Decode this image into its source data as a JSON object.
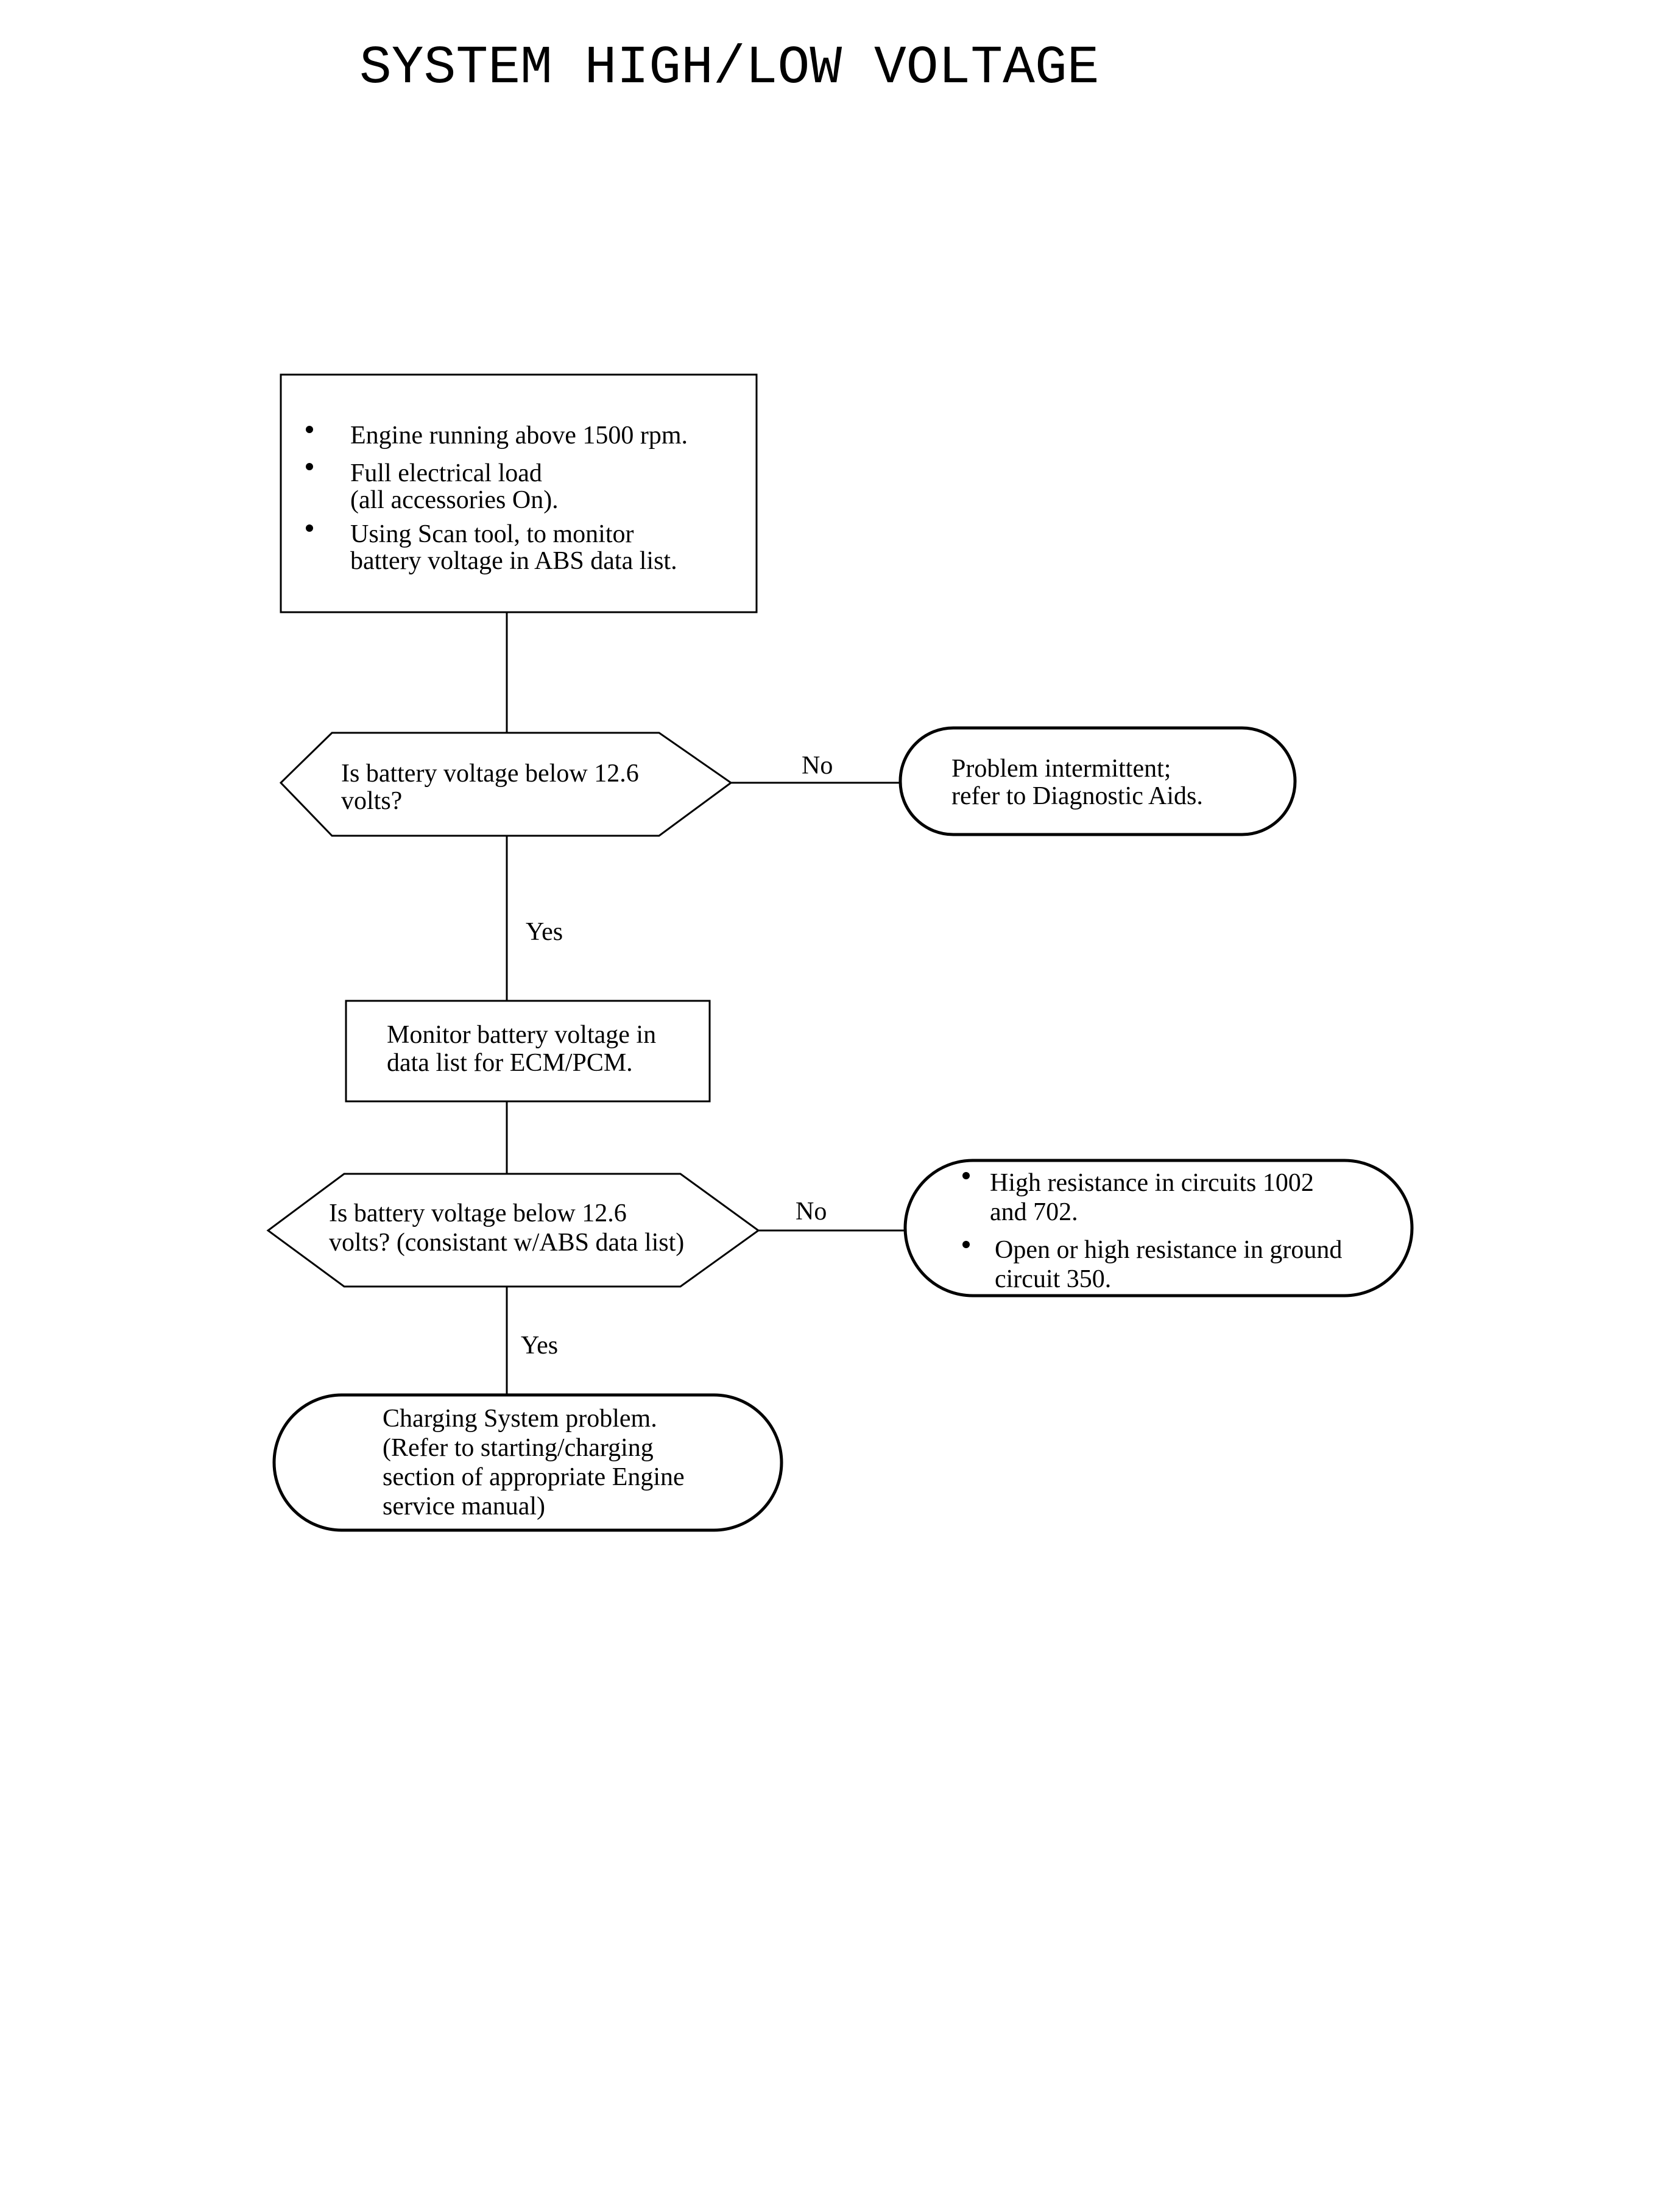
{
  "title": "SYSTEM HIGH/LOW VOLTAGE",
  "start_box": {
    "bullets": [
      [
        "Engine running above 1500  rpm."
      ],
      [
        "Full electrical load",
        "(all accessories On)."
      ],
      [
        "Using  Scan tool, to monitor",
        "battery voltage in ABS data list."
      ]
    ]
  },
  "decision_1": {
    "lines": [
      "Is battery voltage below 12.6",
      "volts?"
    ],
    "no_label": "No",
    "yes_label": "Yes"
  },
  "result_1": {
    "lines": [
      "Problem intermittent;",
      "refer to Diagnostic Aids."
    ]
  },
  "process_1": {
    "lines": [
      "Monitor battery voltage in",
      "data list for ECM/PCM."
    ]
  },
  "decision_2": {
    "lines": [
      "Is battery voltage below 12.6",
      "volts? (consistant w/ABS data list)"
    ],
    "no_label": "No",
    "yes_label": "Yes"
  },
  "result_2": {
    "bullets": [
      [
        "High resistance in circuits 1002",
        "and 702."
      ],
      [
        "Open or high resistance in ground",
        "circuit 350."
      ]
    ]
  },
  "end_terminal": {
    "lines": [
      "Charging  System problem.",
      "(Refer to starting/charging",
      "section of appropriate Engine",
      "service manual)"
    ]
  }
}
